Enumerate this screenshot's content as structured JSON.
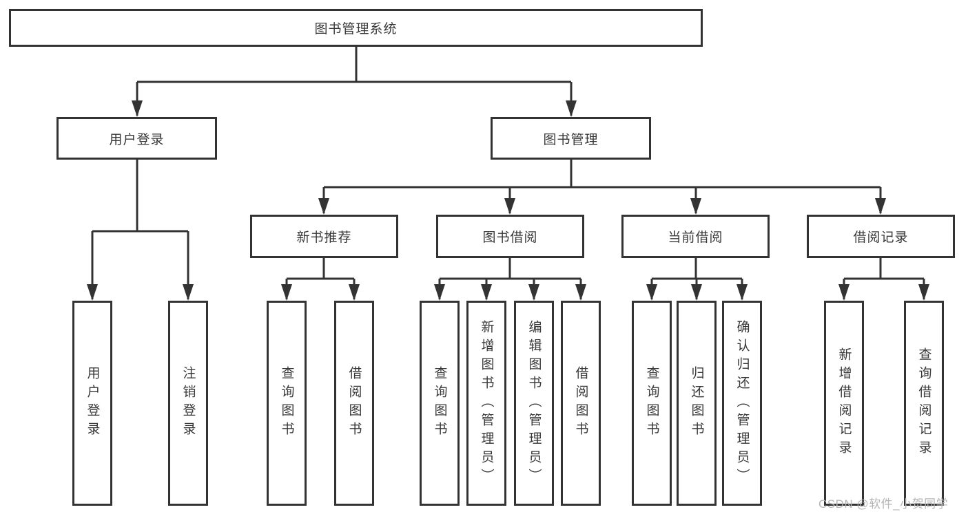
{
  "colors": {
    "line": "#333333",
    "text": "#383838",
    "watermark": "#b5b5b5",
    "bg": "#ffffff"
  },
  "root": {
    "label": "图书管理系统"
  },
  "level2": [
    {
      "id": "user-login",
      "label": "用户登录"
    },
    {
      "id": "book-manage",
      "label": "图书管理"
    }
  ],
  "level3": [
    {
      "id": "new-book-recommend",
      "label": "新书推荐"
    },
    {
      "id": "book-borrow",
      "label": "图书借阅"
    },
    {
      "id": "current-borrow",
      "label": "当前借阅"
    },
    {
      "id": "borrow-records",
      "label": "借阅记录"
    }
  ],
  "leaves": {
    "user_login": [
      {
        "label": "用户登录"
      },
      {
        "label": "注销登录"
      }
    ],
    "new_book": [
      {
        "label": "查询图书"
      },
      {
        "label": "借阅图书"
      }
    ],
    "book_borrow": [
      {
        "label": "查询图书"
      },
      {
        "label": "新增图书（管理员）"
      },
      {
        "label": "编辑图书（管理员）"
      },
      {
        "label": "借阅图书"
      }
    ],
    "current_borrow": [
      {
        "label": "查询图书"
      },
      {
        "label": "归还图书"
      },
      {
        "label": "确认归还（管理员）"
      }
    ],
    "borrow_records": [
      {
        "label": "新增借阅记录"
      },
      {
        "label": "查询借阅记录"
      }
    ]
  },
  "watermark": {
    "text": "CSDN @软件_小贺同学"
  }
}
